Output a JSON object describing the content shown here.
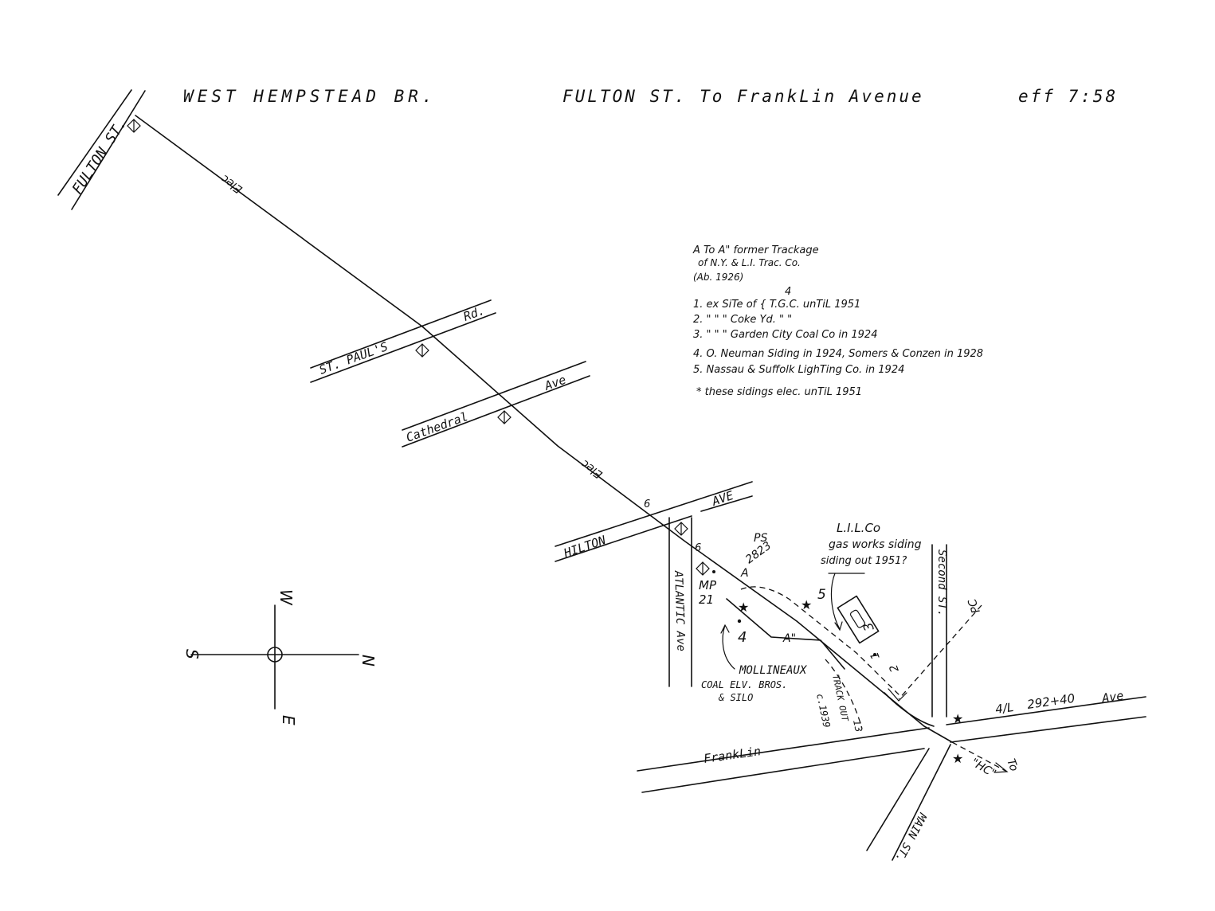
{
  "header": {
    "branch": "WEST HEMPSTEAD BR.",
    "segment": "FULTON ST. To FrankLin Avenue",
    "effective": "eff 7:58"
  },
  "streets": {
    "fulton": "FULTON ST.",
    "st_pauls": "ST. PAUL'S",
    "st_pauls_rd": "Rd.",
    "cathedral": "Cathedral",
    "cathedral_ave": "Ave",
    "hilton": "HILTON",
    "hilton_ave": "AVE",
    "atlantic": "ATLANTIC Ave",
    "second": "Second ST.",
    "franklin": "FrankLin",
    "franklin_ave": "Ave",
    "main": "MAIN ST."
  },
  "track_labels": {
    "elec_1": "Elec",
    "elec_2": "Elec",
    "pc": "PC",
    "to_hc_to": "To",
    "to_hc": "\"HC\"",
    "station_mark": "292+40",
    "station_prefix": "4/L"
  },
  "site_labels": {
    "mp": "MP",
    "mp_num": "21",
    "ps": "PS",
    "ps_num": "2823",
    "lilco": "L.I.L.Co",
    "gas_works": "gas works siding",
    "siding_out": "siding out 1951?",
    "mollineaux": "MOLLINEAUX",
    "coal_elv": "COAL ELV. BROS.",
    "and_silo": "& SILO",
    "track_out": "TRACK OUT",
    "c1939": "c.1939",
    "n13": "13",
    "n1": "1",
    "n2": "2",
    "n3": "3",
    "n4": "4",
    "n5": "5",
    "n6": "6",
    "pt_a": "A",
    "pt_a2": "A\""
  },
  "legend": {
    "line1": "A To A\"  former Trackage",
    "line2": "of N.Y. & L.I. Trac. Co.",
    "line3": "(Ab. 1926)",
    "item1": "1. ex SiTe of { T.G.C. unTiL 1951",
    "item1_sup": "4",
    "item2": "2.  \"    \"     \" Coke Yd.  \"         \"",
    "item3": "3.  \"    \"     \" Garden City Coal Co in 1924",
    "item4": "4. O. Neuman Siding in 1924, Somers & Conzen in 1928",
    "item5": "5. Nassau & Suffolk LighTing Co. in 1924",
    "note": "* these sidings elec. unTiL 1951"
  },
  "compass": {
    "north": "N",
    "south": "S",
    "east": "E",
    "west": "W"
  }
}
